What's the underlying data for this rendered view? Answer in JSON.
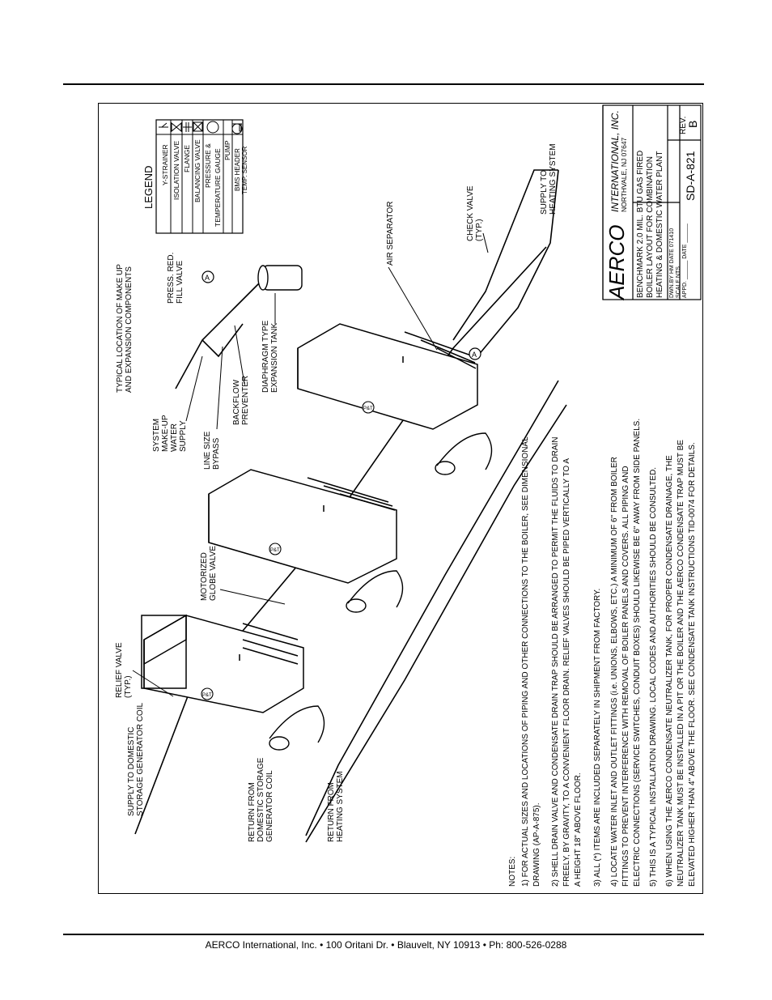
{
  "footer": {
    "text": "AERCO International, Inc. • 100 Oritani Dr. •  Blauvelt, NY 10913 • Ph: 800-526-0288"
  },
  "legend": {
    "title": "LEGEND",
    "items": [
      {
        "label": "Y-STRAINER"
      },
      {
        "label": "ISOLATION VALVE"
      },
      {
        "label": "FLANGE"
      },
      {
        "label": "BALANCING VALVE"
      },
      {
        "label": "PRESSURE &",
        "label2": "TEMPERATURE GAUGE"
      },
      {
        "label": "PUMP"
      },
      {
        "label": "BMS HEADER",
        "label2": "TEMP. SENSOR"
      }
    ]
  },
  "title_block": {
    "company": "AERCO",
    "company_rest": "INTERNATIONAL, INC.",
    "address": "NORTHVALE, NJ  07647",
    "desc1": "BENCHMARK 2.0 MIL. BTU GAS FIRED",
    "desc2": "BOILER LAYOUT FOR COMBINATION",
    "desc3": "HEATING & DOMESTIC WATER PLANT",
    "dwn": "DWN.BY  HM   DATE 071410",
    "scale": "SCALE   NTS",
    "appd": "APPD.  ______  DATE ______",
    "drawing_no": "SD-A-821",
    "rev_label": "REV.",
    "rev": "B"
  },
  "labels": {
    "supply_domestic_1": "SUPPLY TO DOMESTIC",
    "supply_domestic_2": "STORAGE GENERATOR COIL",
    "relief_valve_1": "RELIEF VALVE",
    "relief_valve_2": "(TYP.)",
    "return_domestic_1": "RETURN FROM",
    "return_domestic_2": "DOMESTIC STORAGE",
    "return_domestic_3": "GENERATOR COIL",
    "return_heating_1": "RETURN FROM",
    "return_heating_2": "HEATING SYSTEM",
    "motorized_1": "MOTORIZED",
    "motorized_2": "GLOBE VALVE",
    "line_size_1": "LINE SIZE",
    "line_size_2": "BYPASS",
    "makeup_1": "SYSTEM",
    "makeup_2": "MAKE-UP",
    "makeup_3": "WATER",
    "makeup_4": "SUPPLY",
    "backflow_1": "BACKFLOW",
    "backflow_2": "PREVENTER",
    "diaphragm_1": "DIAPHRAGM TYPE",
    "diaphragm_2": "EXPANSION TANK",
    "typical_1": "TYPICAL LOCATION OF MAKE UP",
    "typical_2": "AND EXPANSION COMPONENTS",
    "press_red_1": "PRESS. RED.",
    "press_red_2": "FILL VALVE",
    "air_separator": "AIR SEPARATOR",
    "check_valve_1": "CHECK VALVE",
    "check_valve_2": "(TYP.)",
    "supply_heating_1": "SUPPLY TO",
    "supply_heating_2": "HEATING SYSTEM",
    "marker_a": "A",
    "gauge": "P&T"
  },
  "notes": {
    "title": "NOTES:",
    "lines": [
      "1)  FOR ACTUAL SIZES AND LOCATIONS OF PIPING AND OTHER CONNECTIONS TO THE BOILER, SEE DIMENSIONAL",
      "      DRAWING (AP-A-875).",
      "2)  SHELL DRAIN VALVE AND CONDENSATE DRAIN TRAP SHOULD BE ARRANGED TO PERMIT THE FLUIDS TO DRAIN",
      "      FREELY, BY GRAVITY, TO A CONVENIENT FLOOR DRAIN.  RELIEF VALVES SHOULD BE PIPED VERTICALLY TO A",
      "      A HEIGHT 18\" ABOVE FLOOR.",
      "3)  ALL (*) ITEMS ARE INCLUDED SEPARATELY IN SHIPMENT FROM FACTORY.",
      "4)  LOCATE WATER INLET AND OUTLET FITTINGS (i.e. UNIONS, ELBOWS, ETC.) A MINIMUM OF 6\" FROM BOILER",
      "      FITTINGS TO PREVENT INTERFERENCE WITH REMOVAL OF BOILER PANELS AND COVERS.  ALL PIPING AND",
      "      ELECTRIC CONNECTIONS (SERVICE SWITCHES, CONDUIT BOXES) SHOULD LIKEWISE BE 6\" AWAY FROM SIDE PANELS.",
      "5)  THIS IS A TYPICAL INSTALLATION DRAWING.  LOCAL CODES AND AUTHORITIES SHOULD BE CONSULTED.",
      "6)  WHEN USING THE AERCO CONDENSATE NEUTRALIZER TANK, FOR PROPER CONDENSATE DRAINAGE, THE",
      "      NEUTRALIZER TANK MUST BE INSTALLED IN A PIT OR THE BOILER AND THE AERCO CONDENSATE TRAP MUST BE",
      "      ELEVATED HIGHER THAN 4\" ABOVE THE FLOOR.  SEE CONDENSATE TANK INSTRUCTIONS TID-0074 FOR DETAILS."
    ]
  }
}
